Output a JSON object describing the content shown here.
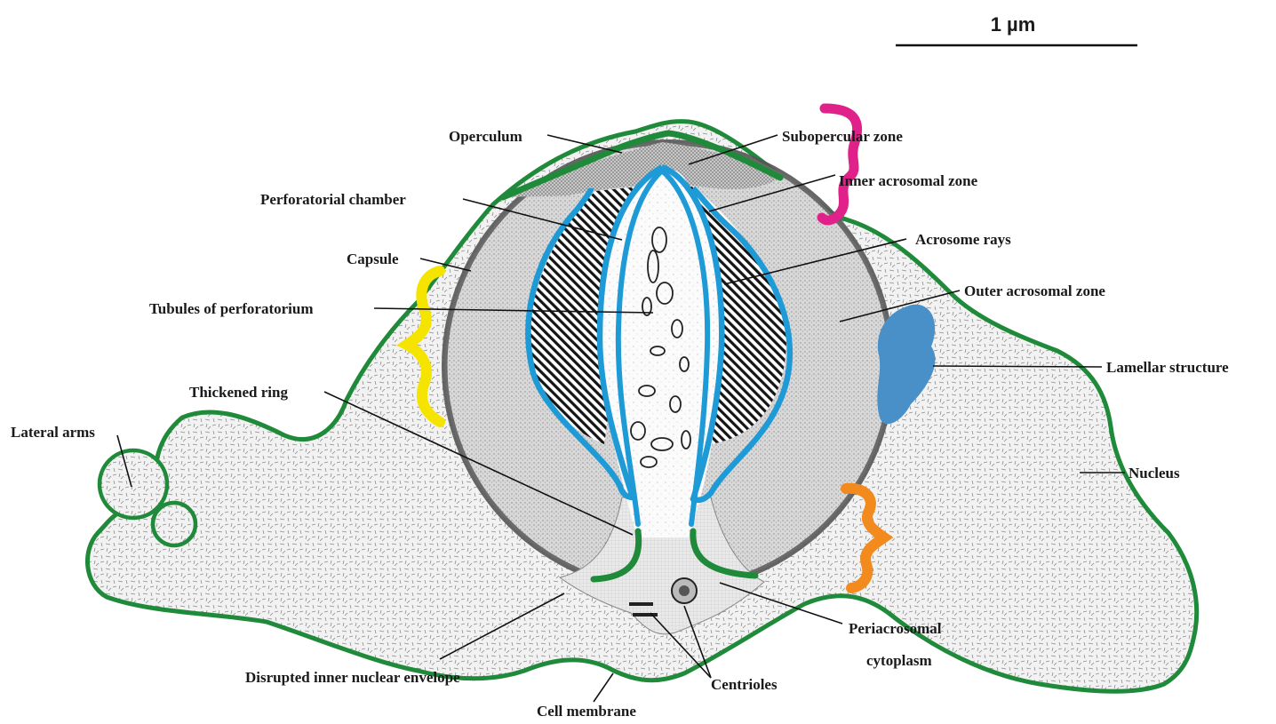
{
  "scale_bar": {
    "label": "1 µm"
  },
  "labels": {
    "operculum": "Operculum",
    "subopercular_zone": "Subopercular zone",
    "inner_acrosomal_zone": "Inner acrosomal zone",
    "perforatorial_chamber": "Perforatorial chamber",
    "acrosome_rays": "Acrosome rays",
    "capsule": "Capsule",
    "outer_acrosomal_zone": "Outer acrosomal zone",
    "tubules_of_perforatorium": "Tubules of perforatorium",
    "lamellar_structure": "Lamellar structure",
    "thickened_ring": "Thickened ring",
    "lateral_arms": "Lateral arms",
    "nucleus": "Nucleus",
    "periacrosomal_line1": "Periacrosomal",
    "periacrosomal_line2": "cytoplasm",
    "disrupted_inner_nuclear_envelope": "Disrupted inner nuclear envelope",
    "centrioles": "Centrioles",
    "cell_membrane": "Cell membrane"
  },
  "colors": {
    "cell_membrane": "#1f8a3a",
    "acrosome_outline": "#1e9ad6",
    "subopercular_brace": "#e0218a",
    "capsule_brace": "#f5e400",
    "lamellar_structure": "#4a90c8",
    "orange_brace": "#f28a1e"
  }
}
